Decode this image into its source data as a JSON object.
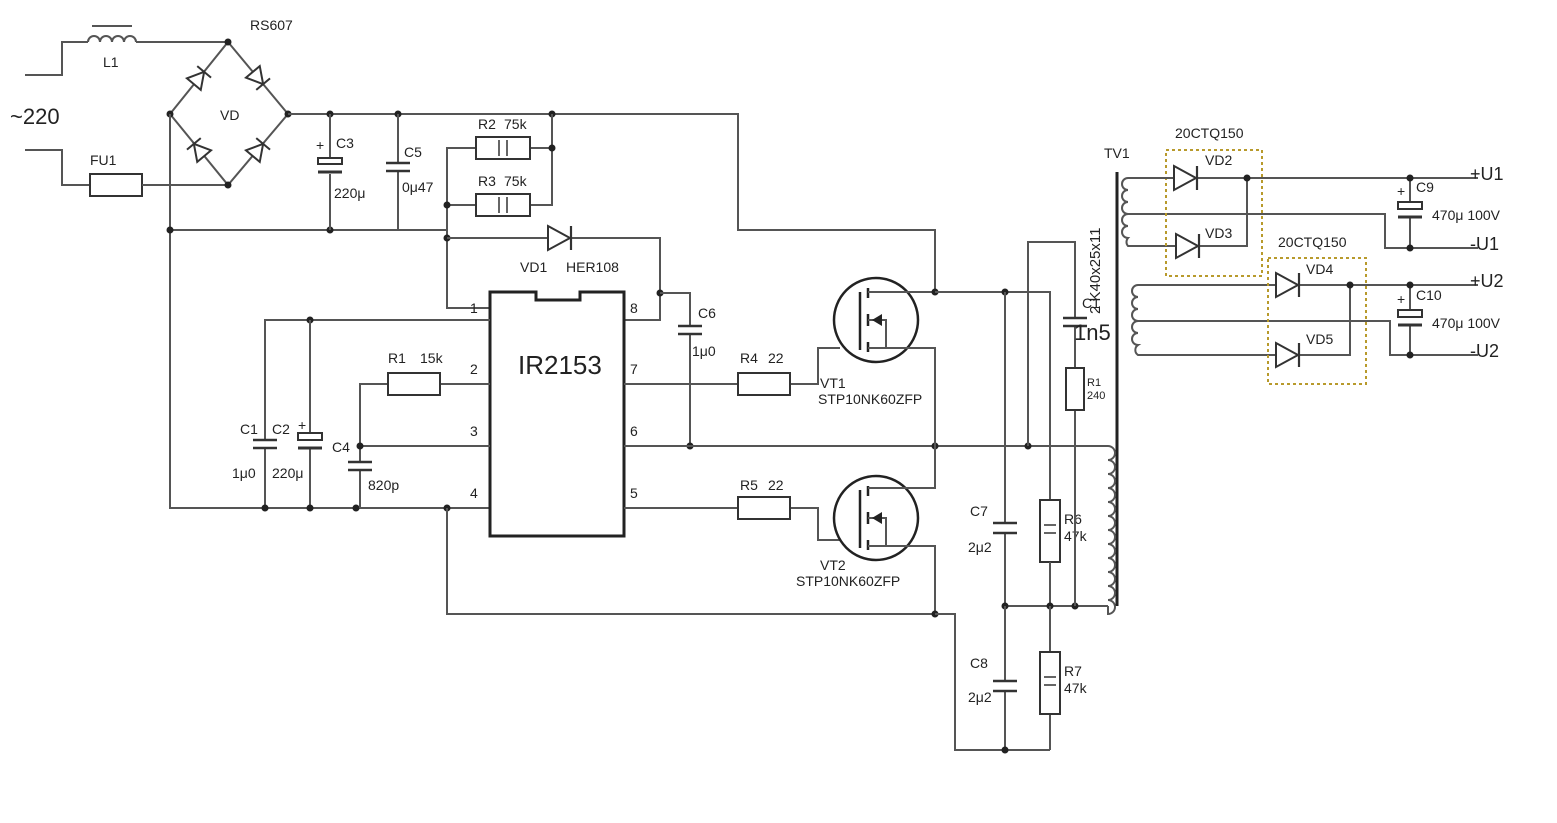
{
  "input": {
    "voltage": "~220"
  },
  "components": {
    "L1": "L1",
    "FU1": "FU1",
    "bridge": "RS607",
    "bridge_ref": "VD",
    "C3": "C3",
    "C3_val": "220μ",
    "C5": "C5",
    "C5_val": "0μ47",
    "R2": "R2",
    "R2_val": "75k",
    "R3": "R3",
    "R3_val": "75k",
    "VD1": "VD1",
    "VD1_type": "HER108",
    "ic": "IR2153",
    "pins": [
      "1",
      "2",
      "3",
      "4",
      "5",
      "6",
      "7",
      "8"
    ],
    "R1": "R1",
    "R1_val": "15k",
    "C1": "C1",
    "C1_val": "1μ0",
    "C2": "C2",
    "C2_val": "220μ",
    "C4": "C4",
    "C4_val": "820p",
    "C6": "C6",
    "C6_val": "1μ0",
    "R4": "R4",
    "R4_val": "22",
    "R5": "R5",
    "R5_val": "22",
    "VT1": "VT1",
    "VT1_type": "STP10NK60ZFP",
    "VT2": "VT2",
    "VT2_type": "STP10NK60ZFP",
    "C7": "C7",
    "C7_val": "2μ2",
    "C8": "C8",
    "C8_val": "2μ2",
    "R6": "R6",
    "R6_val": "47k",
    "R7": "R7",
    "R7_val": "47k",
    "C_snub": "C1",
    "C_snub_val": "1n5",
    "R_snub": "R1",
    "R_snub_val": "240",
    "TV1": "TV1",
    "core": "2 K40x25x11",
    "diode_pack1": "20CTQ150",
    "diode_pack2": "20CTQ150",
    "VD2": "VD2",
    "VD3": "VD3",
    "VD4": "VD4",
    "VD5": "VD5",
    "C9": "C9",
    "C9_val": "470μ 100V",
    "C10": "C10",
    "C10_val": "470μ 100V",
    "plus": "+"
  },
  "outputs": {
    "pU1": "+U1",
    "mU1": "-U1",
    "pU2": "+U2",
    "mU2": "-U2"
  }
}
